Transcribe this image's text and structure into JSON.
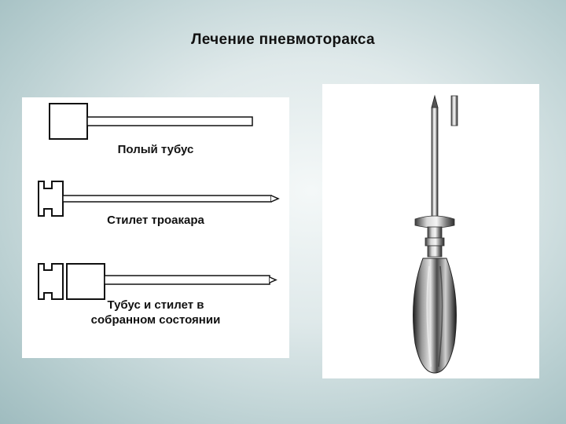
{
  "slide": {
    "title": "Лечение пневмоторакса"
  },
  "diagram": {
    "captions": {
      "hollow_tube": "Полый тубус",
      "trocar_stylet": "Стилет троакара",
      "assembled_line1": "Тубус и стилет в",
      "assembled_line2": "собранном состоянии"
    }
  }
}
